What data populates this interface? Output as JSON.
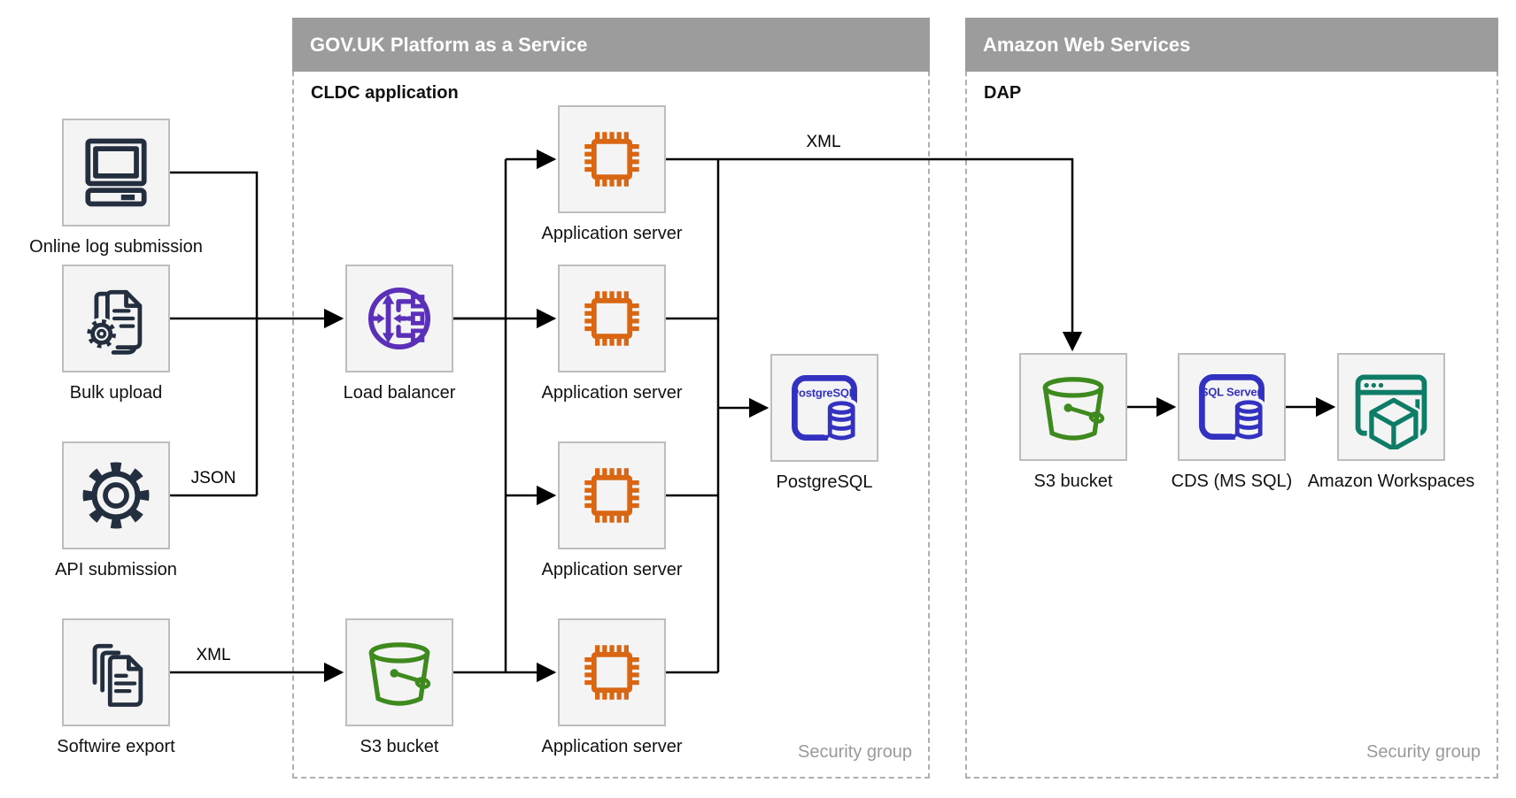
{
  "regions": {
    "paas": {
      "title": "GOV.UK Platform as a Service",
      "subtitle": "CLDC application",
      "footer": "Security group"
    },
    "aws": {
      "title": "Amazon Web Services",
      "subtitle": "DAP",
      "footer": "Security group"
    }
  },
  "nodes": {
    "online_log": {
      "label": "Online log submission"
    },
    "bulk_upload": {
      "label": "Bulk upload"
    },
    "api_submission": {
      "label": "API submission"
    },
    "softwire_export": {
      "label": "Softwire export"
    },
    "load_balancer": {
      "label": "Load balancer"
    },
    "s3_paas": {
      "label": "S3 bucket"
    },
    "app_server_1": {
      "label": "Application server"
    },
    "app_server_2": {
      "label": "Application server"
    },
    "app_server_3": {
      "label": "Application server"
    },
    "app_server_4": {
      "label": "Application server"
    },
    "postgresql": {
      "label": "PostgreSQL",
      "icon_text": "PostgreSQL"
    },
    "s3_aws": {
      "label": "S3 bucket"
    },
    "cds": {
      "label": "CDS (MS SQL)",
      "icon_text": "SQL Server"
    },
    "workspaces": {
      "label": "Amazon Workspaces"
    }
  },
  "edge_labels": {
    "json_upload": "JSON",
    "xml_export": "XML",
    "xml_transfer": "XML"
  },
  "colors": {
    "icon_dark": "#232F3E",
    "load_balancer_purple": "#5A30B8",
    "app_server_orange": "#D86613",
    "s3_green": "#3F8A1F",
    "database_indigo": "#3231C0",
    "workspaces_teal": "#0E7C66",
    "group_header_gray": "#9C9C9C",
    "security_label_gray": "#9A9A9A",
    "node_fill": "#F4F4F4",
    "node_border": "#BDBDBD"
  }
}
